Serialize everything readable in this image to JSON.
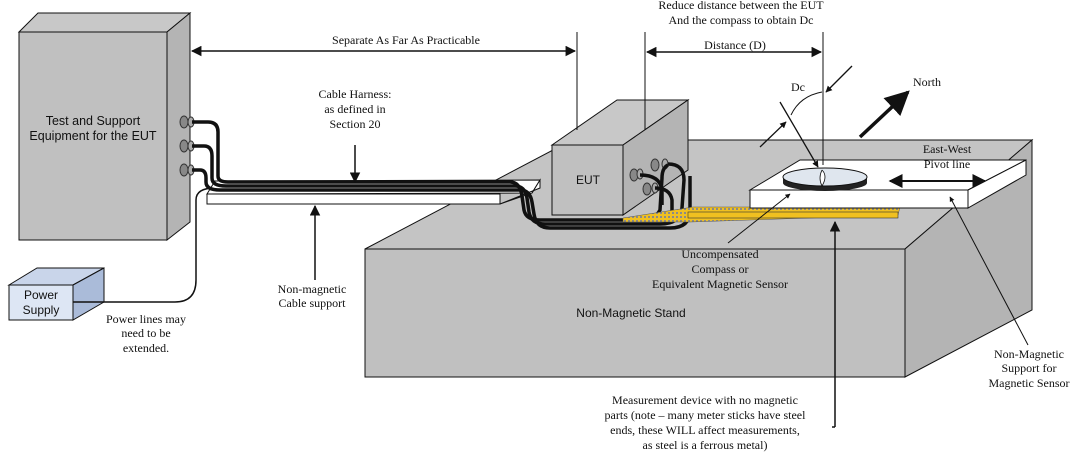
{
  "title": "Magnetic field test setup",
  "colors": {
    "box_fill": "#c0c0c0",
    "box_side": "#b4b4b4",
    "box_top": "#c8c8c8",
    "power_fill": "#dde6f4",
    "power_side": "#aabbd9",
    "ruler": "#f0c020",
    "stroke": "#111111"
  },
  "labels": {
    "test_equipment": [
      "Test and Support",
      "Equipment for the EUT"
    ],
    "power_supply": [
      "Power",
      "Supply"
    ],
    "power_lines": [
      "Power lines may",
      "need to be",
      "extended."
    ],
    "cable_support": [
      "Non-magnetic",
      "Cable support"
    ],
    "cable_harness": [
      "Cable Harness:",
      "as defined in",
      "Section 20"
    ],
    "separate": "Separate As Far As Practicable",
    "reduce": [
      "Reduce distance between the EUT",
      "And the compass to obtain Dc"
    ],
    "distance": "Distance (D)",
    "dc": "Dc",
    "north": "North",
    "east_west": [
      "East-West",
      "Pivot line"
    ],
    "eut": "EUT",
    "compass": [
      "Uncompensated",
      "Compass or",
      "Equivalent Magnetic Sensor"
    ],
    "stand": "Non-Magnetic Stand",
    "sensor_support": [
      "Non-Magnetic",
      "Support for",
      "Magnetic Sensor"
    ],
    "measurement": [
      "Measurement device with no magnetic",
      "parts (note – many meter sticks have steel",
      "ends, these WILL affect measurements,",
      "as steel is a ferrous metal)"
    ]
  }
}
